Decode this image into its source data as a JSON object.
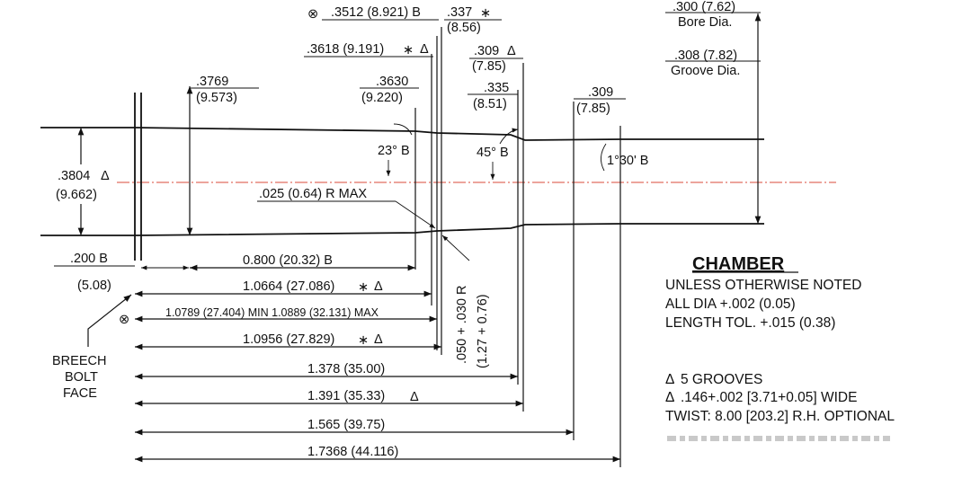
{
  "callouts": {
    "top_left_diam": ".3512 (8.921) B",
    "top_337": ".337",
    "top_856": "(8.56)",
    "d3618": ".3618 (9.191)",
    "d309a": ".309",
    "d785a": "(7.85)",
    "d335": ".335",
    "d851": "(8.51)",
    "d309b": ".309",
    "d785b": "(7.85)",
    "d3769": ".3769",
    "d9573": "(9.573)",
    "d3630": ".3630",
    "d9220": "(9.220)",
    "bore_val": ".300 (7.62)",
    "bore_lbl": "Bore Dia.",
    "groove_val": ".308 (7.82)",
    "groove_lbl": "Groove Dia.",
    "angle23": "23° B",
    "angle45": "45° B",
    "angle130": "1°30' B",
    "d3804": ".3804",
    "d9662": "(9.662)",
    "radius": ".025 (0.64) R MAX",
    "vert_radius_1": ".050 + .030 R",
    "vert_radius_2": "(1.27 + 0.76)"
  },
  "dims": {
    "d200": ".200  B",
    "d508": "(5.08)",
    "l0800": "0.800   (20.32) B",
    "l10664": "1.0664 (27.086)",
    "l10789": "1.0789 (27.404) MIN 1.0889 (32.131) MAX",
    "l10956": "1.0956 (27.829)",
    "l1378": "1.378  (35.00)",
    "l1391": "1.391  (35.33)",
    "l1565": "1.565  (39.75)",
    "l17368": "1.7368 (44.116)"
  },
  "breech": [
    "BREECH",
    "BOLT",
    "FACE"
  ],
  "chamber": {
    "title": "CHAMBER",
    "notes": [
      "UNLESS OTHERWISE NOTED",
      "ALL DIA +.002 (0.05)",
      "LENGTH TOL. +.015 (0.38)"
    ],
    "groove_notes": [
      "5 GROOVES",
      ".146+.002 [3.71+0.05] WIDE",
      "TWIST: 8.00 [203.2] R.H. OPTIONAL"
    ]
  },
  "icons": {
    "datum": "triangle-delta-icon",
    "star": "asterisk-icon",
    "position": "position-tolerance-icon"
  }
}
